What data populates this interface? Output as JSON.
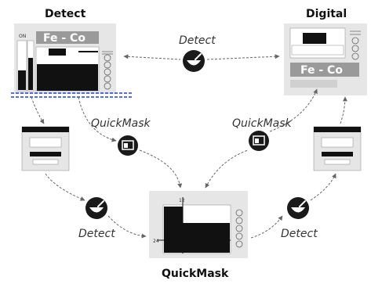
{
  "titles": {
    "detect": "Detect",
    "digital": "Digital",
    "quickmask": "QuickMask"
  },
  "labels": {
    "detect_top": "Detect",
    "quickmask_left": "QuickMask",
    "quickmask_right": "QuickMask",
    "detect_bottom_left": "Detect",
    "detect_bottom_right": "Detect"
  },
  "screens": {
    "detect_metal": "Fe - Co",
    "digital_metal": "Fe - Co",
    "quickmask_top_value": "12",
    "quickmask_left_value": "24"
  },
  "icons": {
    "detect": "detect-mode-icon",
    "quickmask": "quickmask-mode-icon"
  },
  "colors": {
    "icon_fill": "#1a1a1a",
    "screen_bg": "#e6e6e6",
    "dark_fill": "#111111",
    "highlight_line": "#1f3fd9"
  }
}
